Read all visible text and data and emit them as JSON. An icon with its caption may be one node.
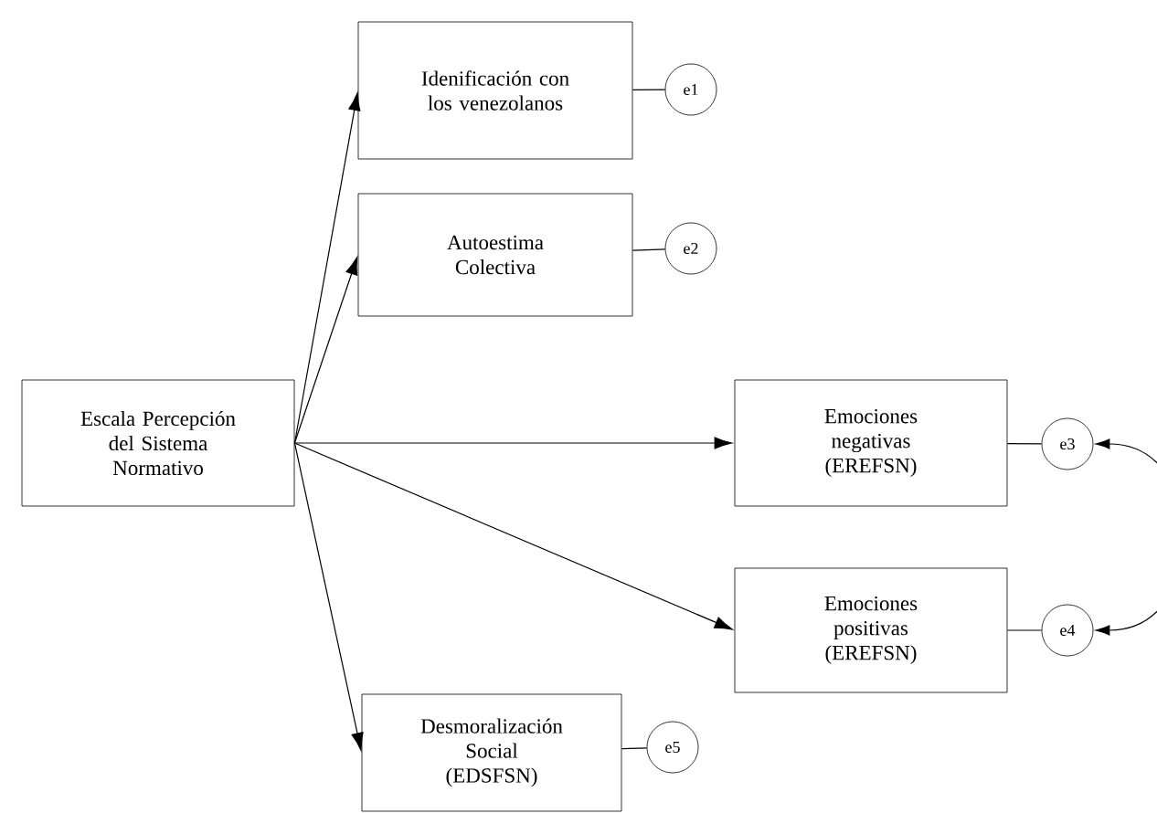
{
  "diagram": {
    "nodes": [
      {
        "text": [
          "Idenificación con los venezolanos"
        ]
      },
      {
        "text": [
          "e1"
        ]
      },
      {
        "text": [
          "Autoestima Colectiva"
        ]
      },
      {
        "text": [
          "e2"
        ]
      },
      {
        "text": [
          "Escala Percepción del Sistema Normativo"
        ]
      },
      {
        "text": [
          "Emociones negativas (EREFSN)"
        ]
      },
      {
        "text": [
          "e3"
        ]
      },
      {
        "text": [
          "Emociones positivas (EREFSN)"
        ]
      },
      {
        "text": [
          "e4"
        ]
      },
      {
        "text": [
          "Desmoralización Social (EDSFSN)"
        ]
      },
      {
        "text": [
          "e5"
        ]
      }
    ],
    "edges": [
      {
        "from": 4,
        "to": 0,
        "arrow": "to"
      },
      {
        "from": 4,
        "to": 2,
        "arrow": "to"
      },
      {
        "from": 4,
        "to": 5,
        "arrow": "to"
      },
      {
        "from": 4,
        "to": 7,
        "arrow": "to"
      },
      {
        "from": 4,
        "to": 9,
        "arrow": "to"
      },
      {
        "from": 1,
        "to": 0,
        "arrow": "none"
      },
      {
        "from": 3,
        "to": 2,
        "arrow": "none"
      },
      {
        "from": 6,
        "to": 5,
        "arrow": "none"
      },
      {
        "from": 8,
        "to": 7,
        "arrow": "none"
      },
      {
        "from": 10,
        "to": 9,
        "arrow": "none"
      },
      {
        "from": 6,
        "to": 8,
        "arrow": "both"
      }
    ]
  }
}
